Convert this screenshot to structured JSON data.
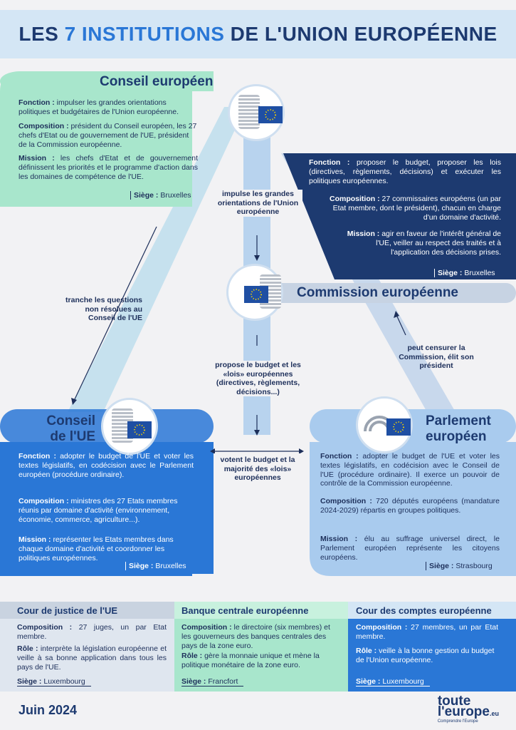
{
  "title": {
    "part1": "LES ",
    "highlight": "7 INSTITUTIONS",
    "part2": " DE L'UNION EUROPÉENNE"
  },
  "conseil_europeen": {
    "name": "Conseil européen",
    "fonction_label": "Fonction :",
    "fonction": "impulser les grandes orientations politiques et budgétaires de l'Union européenne.",
    "composition_label": "Composition :",
    "composition": "président du Conseil européen, les 27 chefs d'Etat ou de gouvernement de l'UE, président de la Commission européenne.",
    "mission_label": "Mission :",
    "mission": "les chefs d'Etat et de gouvernement définissent les priorités et le programme d'action dans les domaines de compétence de l'UE.",
    "siege_label": "Siège :",
    "siege": "Bruxelles"
  },
  "commission": {
    "name": "Commission européenne",
    "fonction_label": "Fonction :",
    "fonction": "proposer le budget, proposer les lois (directives, règlements, décisions) et exécuter les politiques européennes.",
    "composition_label": "Composition :",
    "composition": "27 commissaires européens (un par Etat membre, dont le président), chacun en charge d'un domaine d'activité.",
    "mission_label": "Mission :",
    "mission": "agir en faveur de l'intérêt général de l'UE, veiller au respect des traités et à l'application des décisions prises.",
    "siege_label": "Siège :",
    "siege": "Bruxelles"
  },
  "conseil_ue": {
    "name_line1": "Conseil",
    "name_line2": "de l'UE",
    "fonction_label": "Fonction :",
    "fonction": "adopter le budget de l'UE et voter les textes législatifs, en codécision avec le Parlement européen (procédure ordinaire).",
    "composition_label": "Composition :",
    "composition": "ministres des 27 Etats membres réunis par domaine d'activité (environnement, économie, commerce, agriculture...).",
    "mission_label": "Mission :",
    "mission": "représenter les Etats membres dans chaque domaine d'activité et coordonner les politiques européennes.",
    "siege_label": "Siège :",
    "siege": "Bruxelles"
  },
  "parlement": {
    "name_line1": "Parlement",
    "name_line2": "européen",
    "fonction_label": "Fonction :",
    "fonction": "adopter le budget de l'UE et voter les textes législatifs, en codécision avec le Conseil de l'UE (procédure ordinaire). Il exerce un pouvoir de contrôle de la Commission européenne.",
    "composition_label": "Composition :",
    "composition": "720 députés européens (mandature 2024-2029) répartis en groupes politiques.",
    "mission_label": "Mission :",
    "mission": "élu au suffrage universel direct, le Parlement européen représente les citoyens européens.",
    "siege_label": "Siège :",
    "siege": "Strasbourg"
  },
  "flows": {
    "impulse": "impulse les grandes orientations de l'Union européenne",
    "tranche": "tranche les questions non résolues au Conseil de l'UE",
    "propose": "propose le budget et les «lois» européennes (directives, règlements, décisions...)",
    "censurer": "peut censurer la Commission, élit son président",
    "votent": "votent le budget et la majorité des «lois» européennes"
  },
  "cour_justice": {
    "name": "Cour de justice de l'UE",
    "composition_label": "Composition :",
    "composition": "27 juges, un par Etat membre.",
    "role_label": "Rôle :",
    "role": "interprète la législation européenne et veille à sa bonne application dans tous les pays de l'UE.",
    "siege_label": "Siège :",
    "siege": "Luxembourg"
  },
  "bce": {
    "name": "Banque centrale européenne",
    "composition_label": "Composition :",
    "composition": "le directoire (six membres) et les gouverneurs des banques centrales des pays de la zone euro.",
    "role_label": "Rôle :",
    "role": "gère la monnaie unique et mène la politique monétaire de la zone euro.",
    "siege_label": "Siège :",
    "siege": "Francfort"
  },
  "cour_comptes": {
    "name": "Cour des comptes européenne",
    "composition_label": "Composition :",
    "composition": "27 membres, un par Etat membre.",
    "role_label": "Rôle :",
    "role": "veille à la bonne gestion du budget de l'Union européenne.",
    "siege_label": "Siège :",
    "siege": "Luxembourg"
  },
  "footer": {
    "date": "Juin 2024",
    "logo_line1": "toute",
    "logo_line2": "l'europe",
    "logo_suffix": ".eu",
    "logo_tagline": "Comprendre l'Europe"
  },
  "colors": {
    "green": "#a8e6cc",
    "navy": "#1d3a70",
    "blue": "#2a77d6",
    "lightblue": "#a9cbee",
    "accent": "#2a77d6"
  }
}
